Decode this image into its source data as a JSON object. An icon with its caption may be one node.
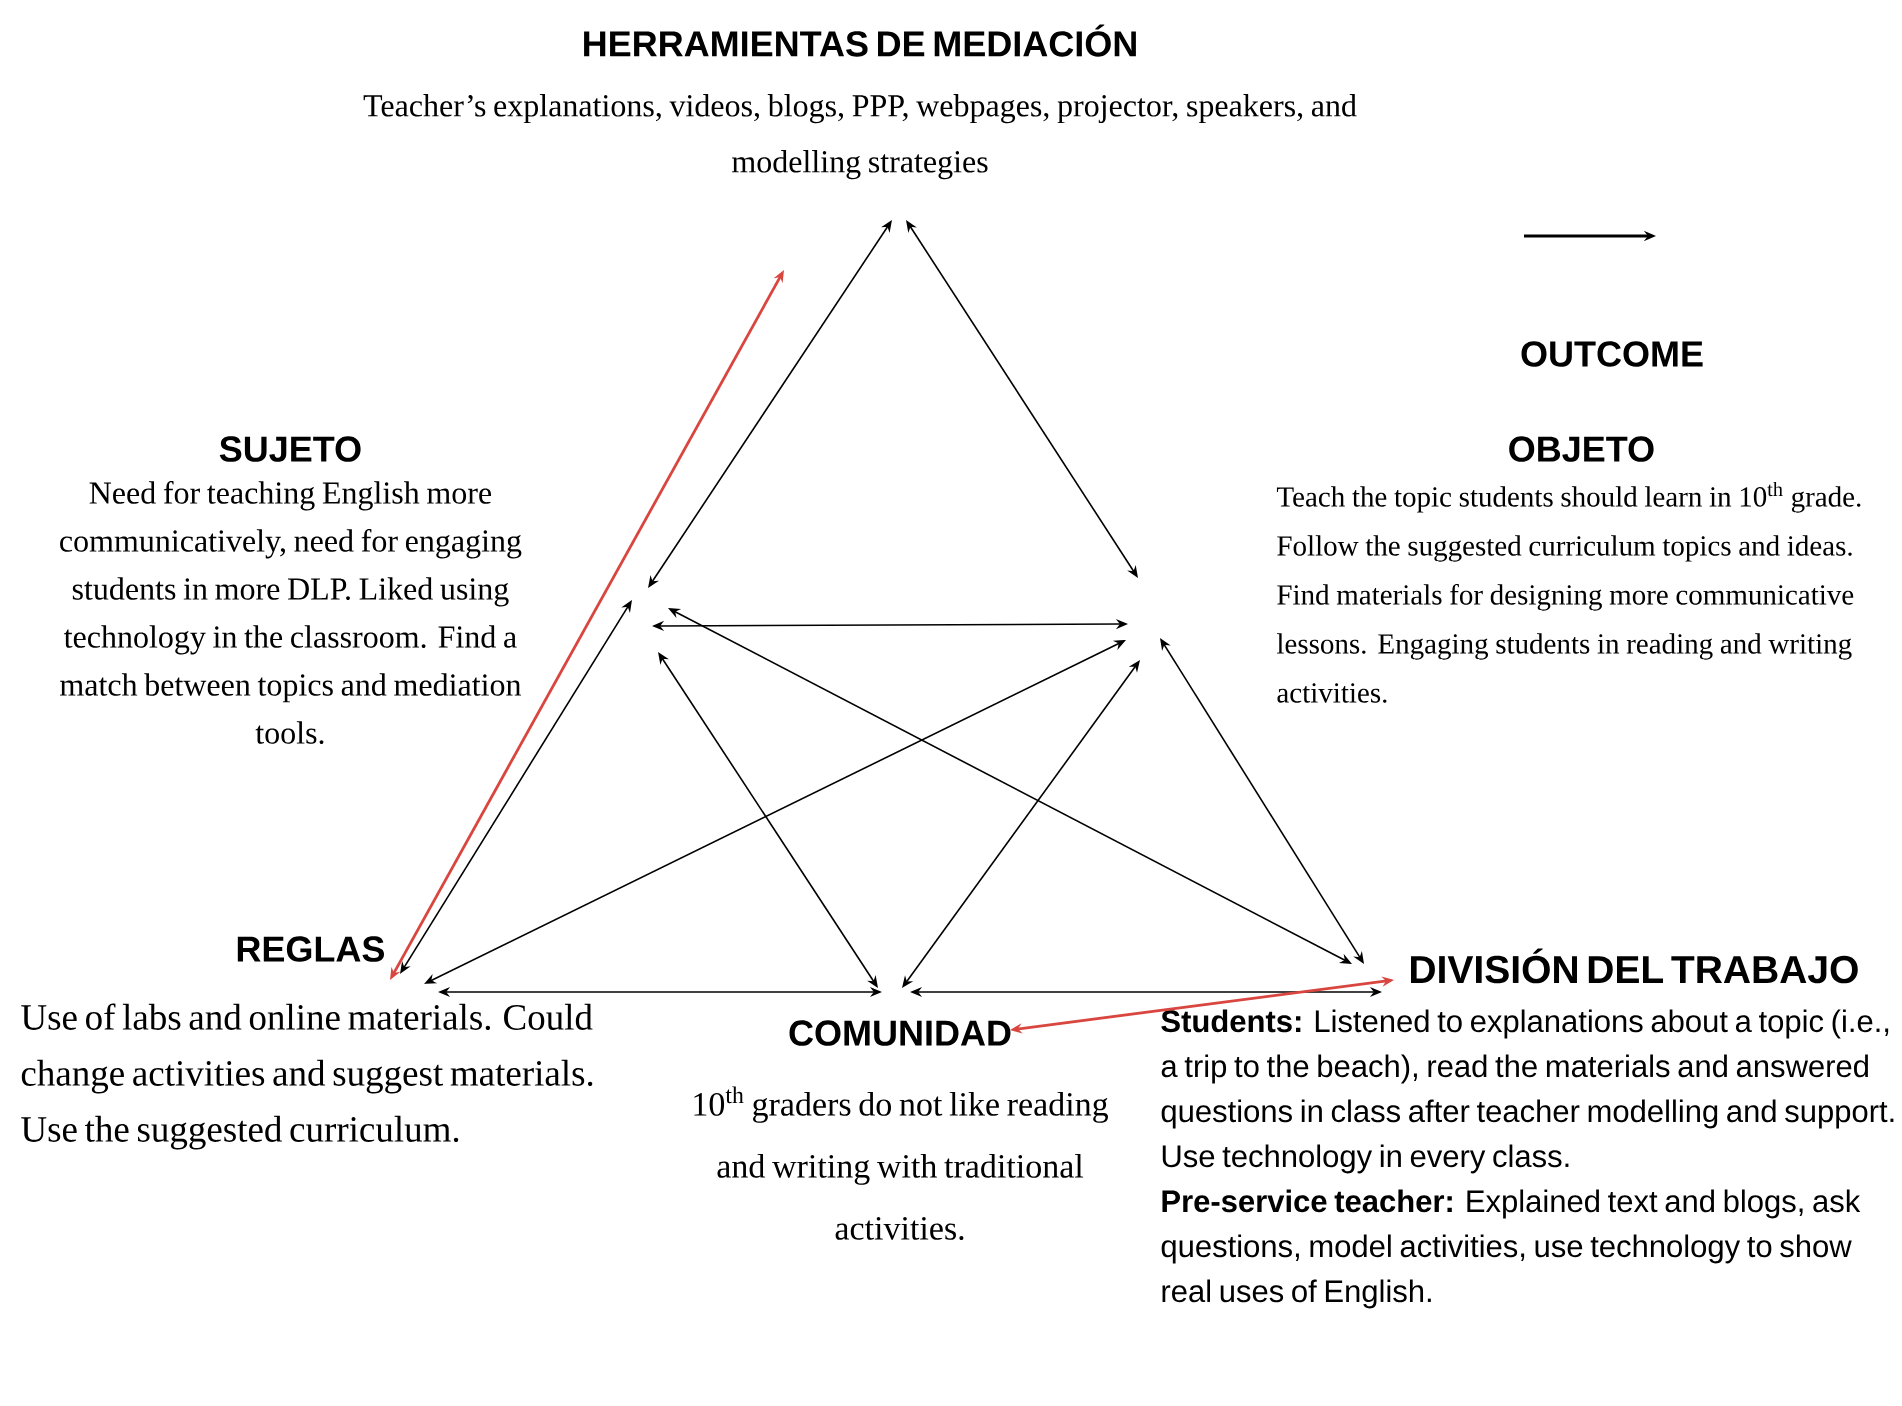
{
  "diagram": {
    "nodes": [
      {
        "text": [
          "HERRAMIENTAS DE MEDIACIÓN",
          "Teacher’s explanations, videos, blogs, PPP, webpages, projector, speakers, and modelling strategies"
        ]
      },
      {
        "text": [
          "SUJETO",
          "Need for teaching English more communicatively, need for engaging students in more DLP. Liked using technology in the classroom. Find a match between topics and mediation tools."
        ]
      },
      {
        "text": [
          "OBJETO",
          "Teach the topic students should learn in 10$^{th}$ grade. Follow the suggested curriculum topics and ideas. Find materials for designing more communicative lessons. Engaging students in reading and writing activities."
        ]
      },
      {
        "text": [
          "REGLAS",
          "Use of labs and online materials. Could change activities and suggest materials. Use the suggested curriculum."
        ]
      },
      {
        "text": [
          "COMUNIDAD",
          "10$^{th}$ graders do not like reading and writing with traditional activities."
        ]
      },
      {
        "text": [
          "DIVISIÓN DEL TRABAJO",
          "**Students:** Listened to explanations about a topic (i.e., a trip to the beach), read the materials and answered questions in class after teacher modelling and support. Use technology in every class.",
          "**Pre-service teacher:** Explained text and blogs, ask questions, model activities, use technology to show real uses of English."
        ]
      }
    ],
    "edges": [
      {
        "from": 0,
        "to": 1,
        "arrow": "both"
      },
      {
        "from": 0,
        "to": 2,
        "arrow": "both"
      },
      {
        "from": 1,
        "to": 2,
        "arrow": "both"
      },
      {
        "from": 1,
        "to": 3,
        "arrow": "both"
      },
      {
        "from": 1,
        "to": 4,
        "arrow": "both"
      },
      {
        "from": 1,
        "to": 5,
        "arrow": "both"
      },
      {
        "from": 2,
        "to": 3,
        "arrow": "both"
      },
      {
        "from": 2,
        "to": 4,
        "arrow": "both"
      },
      {
        "from": 2,
        "to": 5,
        "arrow": "both"
      },
      {
        "from": 3,
        "to": 4,
        "arrow": "both"
      },
      {
        "from": 4,
        "to": 5,
        "arrow": "both"
      },
      {
        "from": null,
        "to": 3,
        "arrow": "both",
        "color": "#d9463f"
      },
      {
        "from": 4,
        "to": 5,
        "arrow": "both",
        "color": "#d9463f"
      }
    ],
    "labels": [
      "OUTCOME"
    ]
  }
}
